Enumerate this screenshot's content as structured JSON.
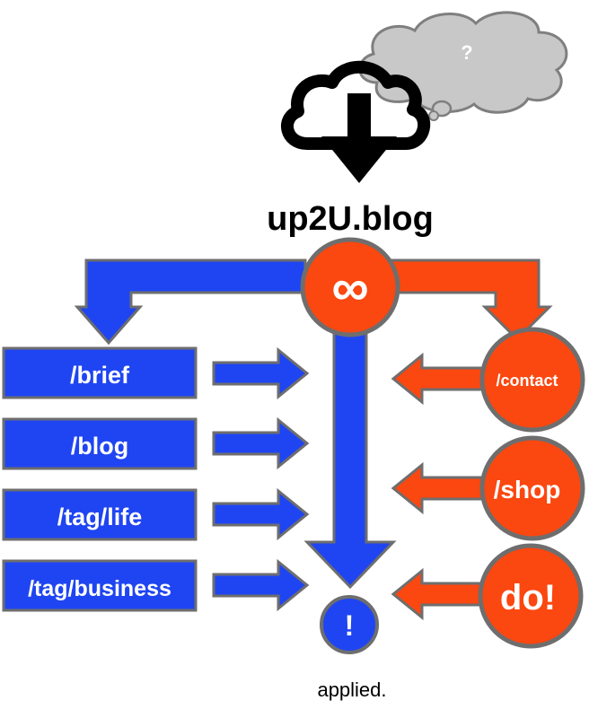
{
  "thought": {
    "mark": "?"
  },
  "title": "up2U.blog",
  "hub": {
    "symbol": "∞"
  },
  "left_items": [
    {
      "label": "/brief"
    },
    {
      "label": "/blog"
    },
    {
      "label": "/tag/life"
    },
    {
      "label": "/tag/business"
    }
  ],
  "right_items": [
    {
      "label": "/contact"
    },
    {
      "label": "/shop"
    },
    {
      "label": "do!"
    }
  ],
  "result": {
    "symbol": "!",
    "caption": "applied."
  },
  "colors": {
    "blue": "#1f45f2",
    "orange": "#fb4710",
    "outline": "#6e6e6e",
    "cloud_fill": "#c8c8c8",
    "cloud_stroke": "#7f7f7f",
    "black": "#000000"
  }
}
